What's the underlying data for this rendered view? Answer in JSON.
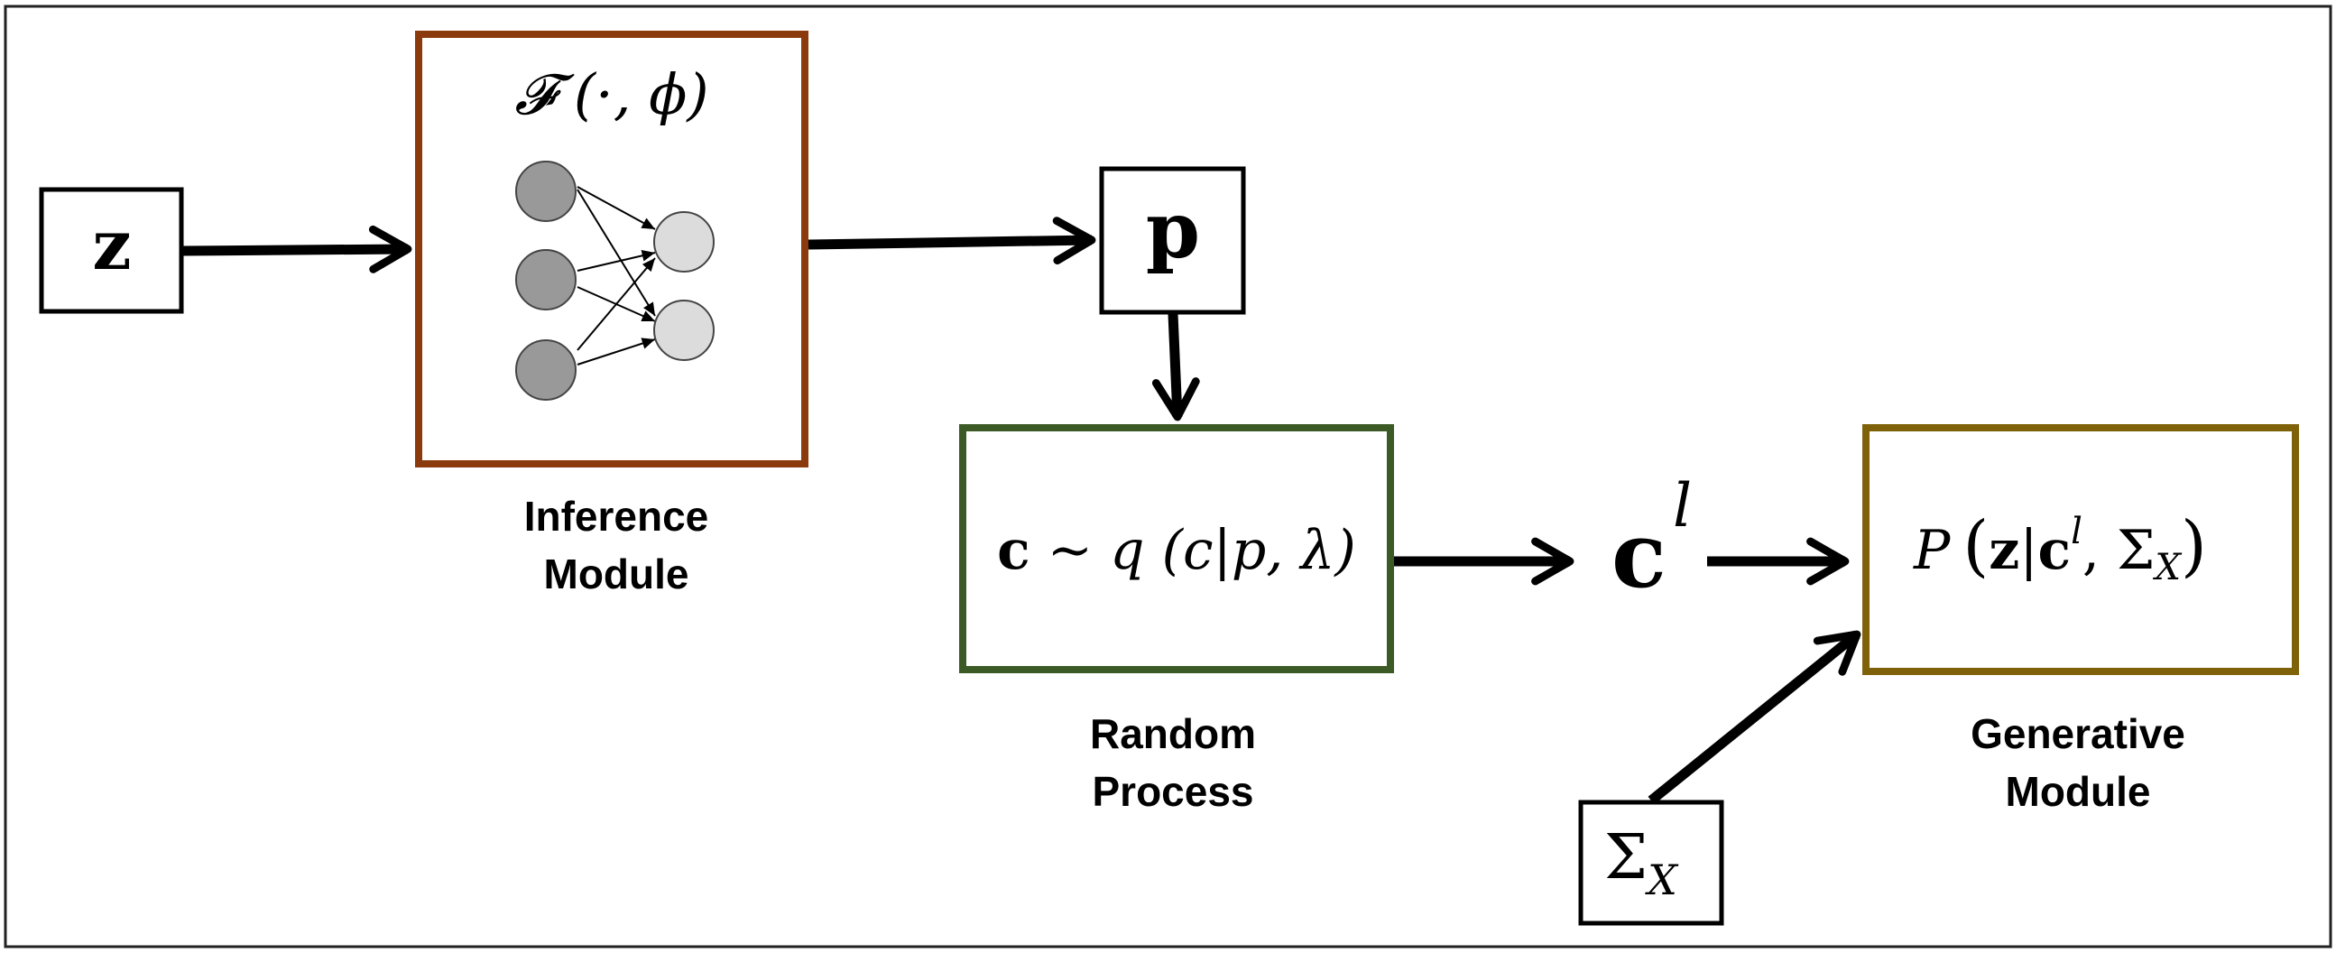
{
  "nodes": {
    "z": {
      "label": "z"
    },
    "inference": {
      "formula": "𝓕 (·, ϕ)",
      "caption_line1": "Inference",
      "caption_line2": "Module",
      "border_color": "#8B3A0E"
    },
    "p": {
      "label": "p"
    },
    "random": {
      "formula_c": "c",
      "formula_rest": " ∼ q (c|p, λ)",
      "caption_line1": "Random",
      "caption_line2": "Process",
      "border_color": "#3C5A26"
    },
    "cl": {
      "base": "c",
      "sup": "l"
    },
    "generative": {
      "formula_P": "P",
      "formula_z": "z",
      "formula_bar": "|",
      "formula_c": "c",
      "formula_sup": "l",
      "formula_sigma": ", Σ",
      "formula_sub": "X",
      "caption_line1": "Generative",
      "caption_line2": "Module",
      "border_color": "#7E6109"
    },
    "sigma": {
      "base": "Σ",
      "sub": "X"
    }
  },
  "network": {
    "input_color": "#999999",
    "output_color": "#DCDCDC",
    "input_count": 3,
    "output_count": 2
  },
  "colors": {
    "frame": "#222222",
    "arrow": "#000000"
  }
}
